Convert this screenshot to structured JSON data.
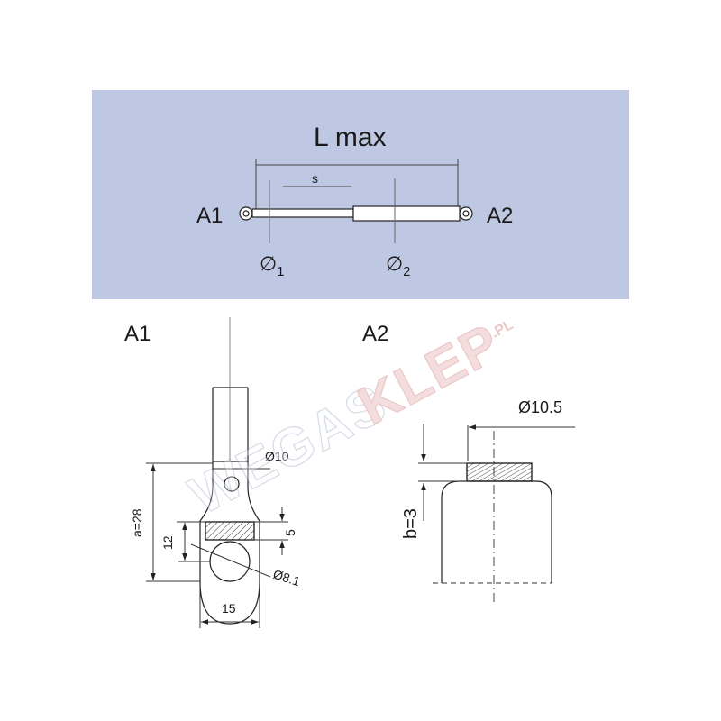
{
  "overview": {
    "title": "L max",
    "stroke_label": "s",
    "end_left": "A1",
    "end_right": "A2",
    "diameter_1": "∅1",
    "diameter_2": "∅2",
    "panel_color": "#bfc8e2"
  },
  "section_a1": {
    "heading": "A1",
    "dim_rod_diameter": "Ø10",
    "dim_total_length": "a=28",
    "dim_hole_offset": "12",
    "dim_flat": "5",
    "dim_hole_diameter": "Ø8.1",
    "dim_width": "15"
  },
  "section_a2": {
    "heading": "A2",
    "dim_diameter": "Ø10.5",
    "dim_thread": "b=3"
  },
  "watermark": {
    "text": "WEGASKLEP",
    "suffix": ".PL"
  }
}
